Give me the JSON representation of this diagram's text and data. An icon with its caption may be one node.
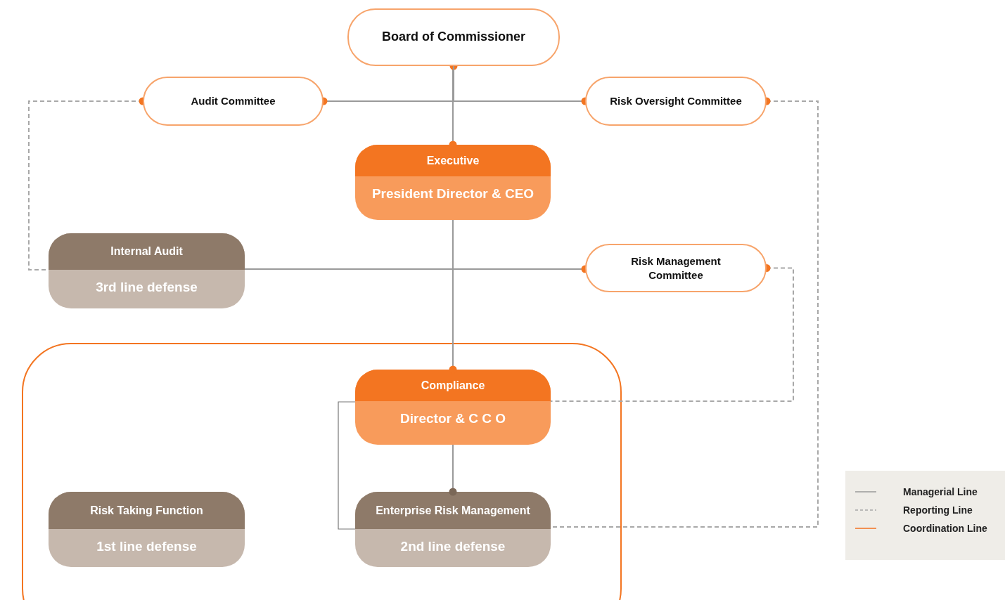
{
  "diagram": {
    "nodes": [
      {
        "text": [
          "Board of Commissioner"
        ]
      },
      {
        "text": [
          "Audit Committee"
        ]
      },
      {
        "text": [
          "Risk Oversight Committee"
        ]
      },
      {
        "text": [
          "Executive",
          "President Director & CEO"
        ]
      },
      {
        "text": [
          "Internal Audit",
          "3rd line defense"
        ]
      },
      {
        "text": [
          "Risk Management Committee"
        ]
      },
      {
        "text": [],
        "shape": "box"
      },
      {
        "text": [
          "Compliance",
          "Director & C C O"
        ],
        "in": 6
      },
      {
        "text": [
          "Risk Taking Function",
          "1st line defense"
        ],
        "in": 6
      },
      {
        "text": [
          "Enterprise Risk Management",
          "2nd line defense"
        ],
        "in": 6
      }
    ],
    "edges": [
      {
        "from": 0,
        "to": 3,
        "arrow": "other"
      },
      {
        "from": 1,
        "to": 0,
        "arrow": "other"
      },
      {
        "from": 2,
        "to": 0,
        "arrow": "other"
      },
      {
        "from": 3,
        "to": 7,
        "arrow": "other"
      },
      {
        "from": 4,
        "to": 5,
        "arrow": "other"
      },
      {
        "from": 1,
        "to": 4,
        "arrow": "other",
        "style": "dashed"
      },
      {
        "from": 2,
        "to": 9,
        "arrow": "other",
        "style": "dashed"
      },
      {
        "from": 5,
        "to": 7,
        "arrow": "other",
        "style": "dashed"
      },
      {
        "from": 7,
        "to": 9,
        "arrow": "other"
      },
      {
        "from": 7,
        "to": 9,
        "arrow": "none",
        "color": "#777777"
      }
    ],
    "legend": [
      {
        "text": "Managerial Line"
      },
      {
        "text": "Reporting Line"
      },
      {
        "text": "Coordination Line"
      }
    ]
  }
}
